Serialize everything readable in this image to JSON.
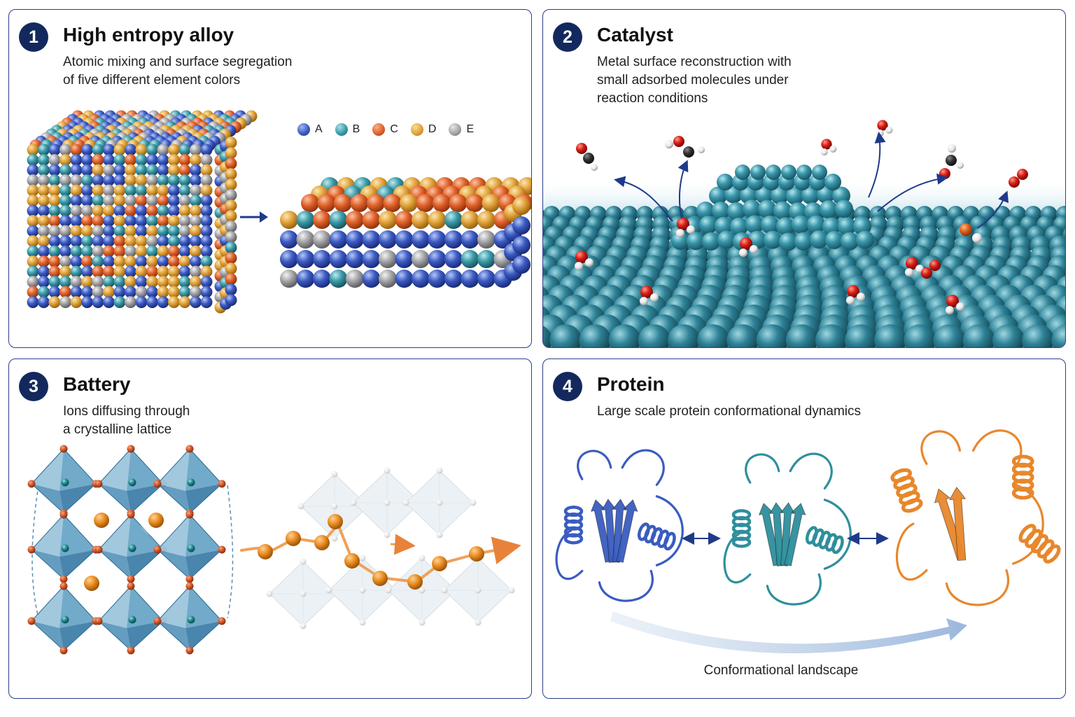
{
  "panels": [
    {
      "number": "1",
      "title": "High entropy alloy",
      "subtitle": [
        "Atomic mixing and surface segregation",
        "of five different element colors"
      ],
      "legend": [
        {
          "label": "A",
          "color": "#3b5bc4"
        },
        {
          "label": "B",
          "color": "#3a9aa8"
        },
        {
          "label": "C",
          "color": "#e0622a"
        },
        {
          "label": "D",
          "color": "#e2a33a"
        },
        {
          "label": "E",
          "color": "#a5a5a8"
        }
      ]
    },
    {
      "number": "2",
      "title": "Catalyst",
      "subtitle": [
        "Metal surface reconstruction with",
        "small adsorbed molecules under",
        "reaction conditions"
      ]
    },
    {
      "number": "3",
      "title": "Battery",
      "subtitle": [
        "Ions diffusing through",
        "a crystalline lattice"
      ]
    },
    {
      "number": "4",
      "title": "Protein",
      "subtitle": [
        "Large scale protein conformational dynamics"
      ],
      "caption": "Conformational landscape"
    }
  ],
  "colors": {
    "border": "#2c3e8c",
    "badge": "#13295e",
    "surface": "#2f8297",
    "ion": "#ec8f22",
    "protein_state_1": "#3a5cc0",
    "protein_state_2": "#2e8f9c",
    "protein_state_3": "#e8872c"
  }
}
